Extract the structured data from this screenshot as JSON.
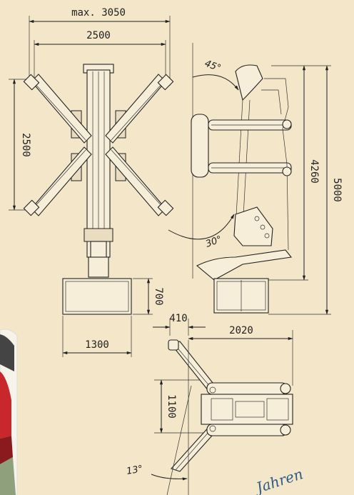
{
  "dimensions": {
    "max_width": "max. 3050",
    "width_top": "2500",
    "height_left": "2500",
    "base_height": "700",
    "base_width": "1300",
    "side_height": "4260",
    "total_height": "5000",
    "offset_410": "410",
    "span_2020": "2020",
    "height_1100": "1100"
  },
  "angles": {
    "top_angle": "45°",
    "bottom_angle": "30°",
    "bottom_view_angle": "13°"
  },
  "script_text": "Jahren",
  "colors": {
    "background": "#f3e6c9",
    "line": "#222222",
    "script": "#2c5a88"
  }
}
